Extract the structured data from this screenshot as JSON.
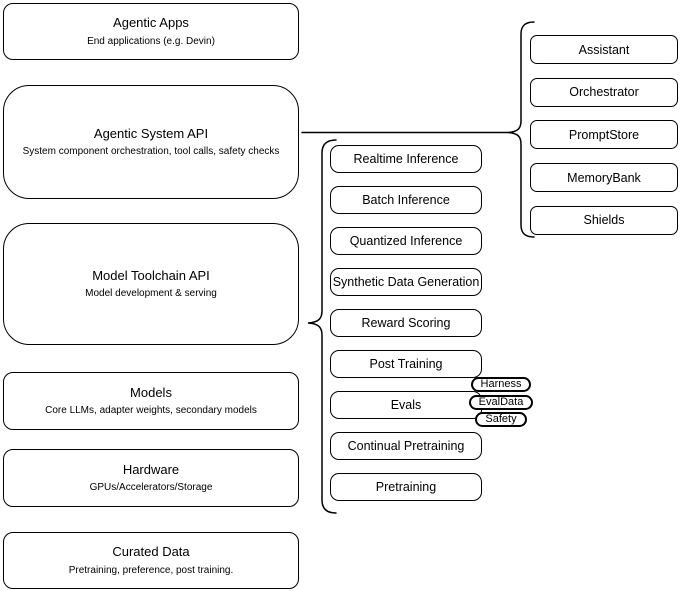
{
  "diagram": {
    "layers": [
      {
        "title": "Agentic Apps",
        "subtitle": "End applications (e.g. Devin)"
      },
      {
        "title": "Agentic System API",
        "subtitle": "System component orchestration, tool calls, safety checks"
      },
      {
        "title": "Model Toolchain API",
        "subtitle": "Model development & serving"
      },
      {
        "title": "Models",
        "subtitle": "Core LLMs, adapter weights, secondary models"
      },
      {
        "title": "Hardware",
        "subtitle": "GPUs/Accelerators/Storage"
      },
      {
        "title": "Curated Data",
        "subtitle": "Pretraining, preference, post training."
      }
    ],
    "toolchain_services": [
      "Realtime Inference",
      "Batch Inference",
      "Quantized Inference",
      "Synthetic Data Generation",
      "Reward Scoring",
      "Post Training",
      "Evals",
      "Continual Pretraining",
      "Pretraining"
    ],
    "eval_components": [
      "Harness",
      "EvalData",
      "Safety"
    ],
    "system_components": [
      "Assistant",
      "Orchestrator",
      "PromptStore",
      "MemoryBank",
      "Shields"
    ],
    "colors": {
      "stroke": "#000000",
      "fill": "#ffffff"
    }
  }
}
